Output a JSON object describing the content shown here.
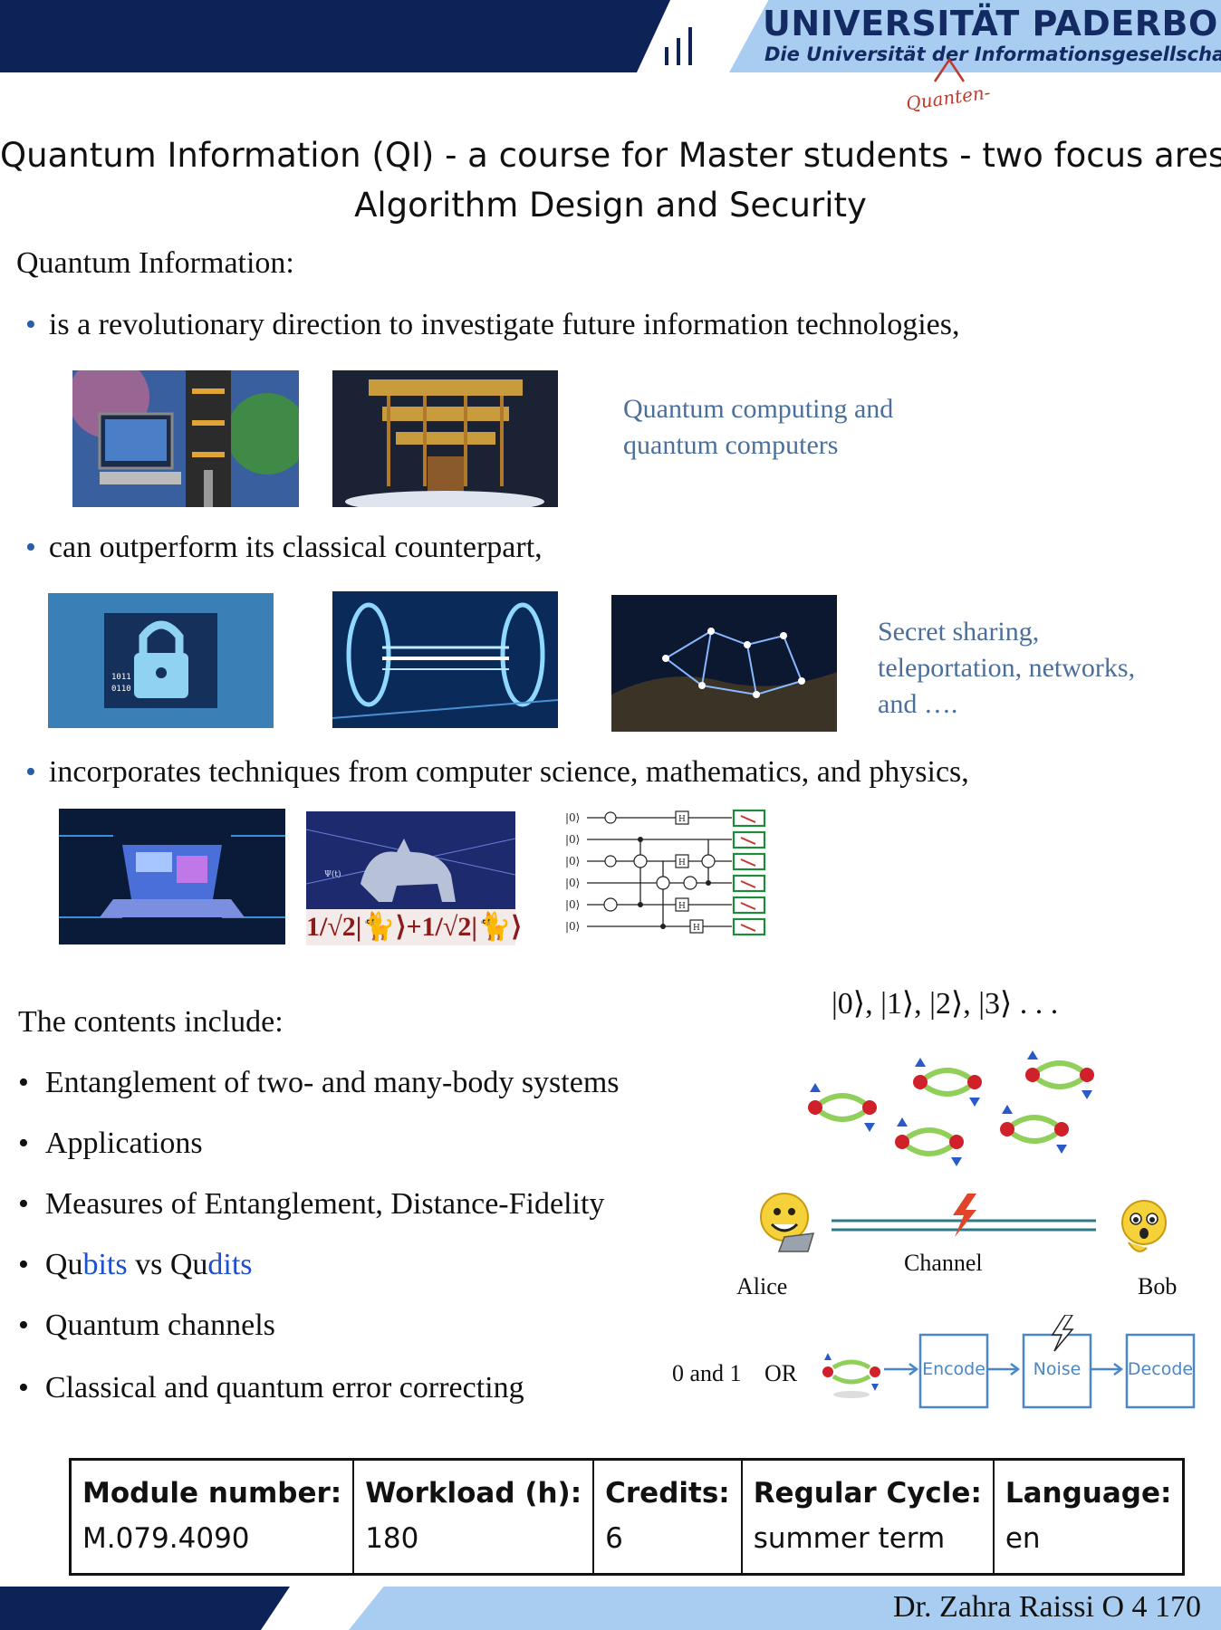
{
  "header": {
    "university": "UNIVERSITÄT PADERBORN",
    "subtitle": "Die Universität der Informationsgesellschaft",
    "annotation": "Quanten-"
  },
  "title": {
    "line1": "Quantum Information (QI) - a course for Master students - two focus ares;",
    "line2": "Algorithm Design and Security"
  },
  "intro": {
    "heading": "Quantum Information:",
    "bullets": [
      "is a revolutionary direction to investigate future information technologies,",
      "can outperform its classical counterpart,",
      "incorporates techniques from computer science, mathematics, and physics,"
    ],
    "captions": {
      "computing": [
        "Quantum computing and",
        "quantum computers"
      ],
      "security": [
        "Secret sharing,",
        "teleportation, networks,",
        "and …."
      ]
    },
    "cat_formula": "1/√2|🐈⟩+1/√2|🐈⟩"
  },
  "circuit": {
    "inputs": [
      "|0⟩",
      "|0⟩",
      "|0⟩",
      "|0⟩",
      "|0⟩",
      "|0⟩"
    ],
    "gate_label": "H"
  },
  "contents": {
    "heading": "The contents include:",
    "items": [
      {
        "text": "Entanglement of two- and many-body systems"
      },
      {
        "text": "Applications"
      },
      {
        "text": "Measures of Entanglement, Distance-Fidelity"
      },
      {
        "parts": [
          "Qu",
          "bits",
          " vs ",
          "Qu",
          "dits"
        ]
      },
      {
        "text": "Quantum channels"
      },
      {
        "text": "Classical and quantum error correcting"
      }
    ]
  },
  "diagram": {
    "states": "|0⟩, |1⟩, |2⟩, |3⟩ . . .",
    "alice": "Alice",
    "bob": "Bob",
    "channel": "Channel",
    "bits_label": "0 and 1",
    "or_label": "OR",
    "encode": "Encode",
    "noise": "Noise",
    "decode": "Decode"
  },
  "module": {
    "number_label": "Module number:",
    "number": "M.079.4090",
    "workload_label": "Workload (h):",
    "workload": "180",
    "credits_label": "Credits:",
    "credits": "6",
    "cycle_label": "Regular Cycle:",
    "cycle": "summer term",
    "language_label": "Language:",
    "language": "en"
  },
  "footer": {
    "contact": "Dr. Zahra Raissi O 4 170"
  },
  "colors": {
    "navy": "#0d2357",
    "light_blue": "#a9cdf0",
    "caption_blue": "#4b6f9a",
    "highlight_blue": "#1f4fd1"
  }
}
